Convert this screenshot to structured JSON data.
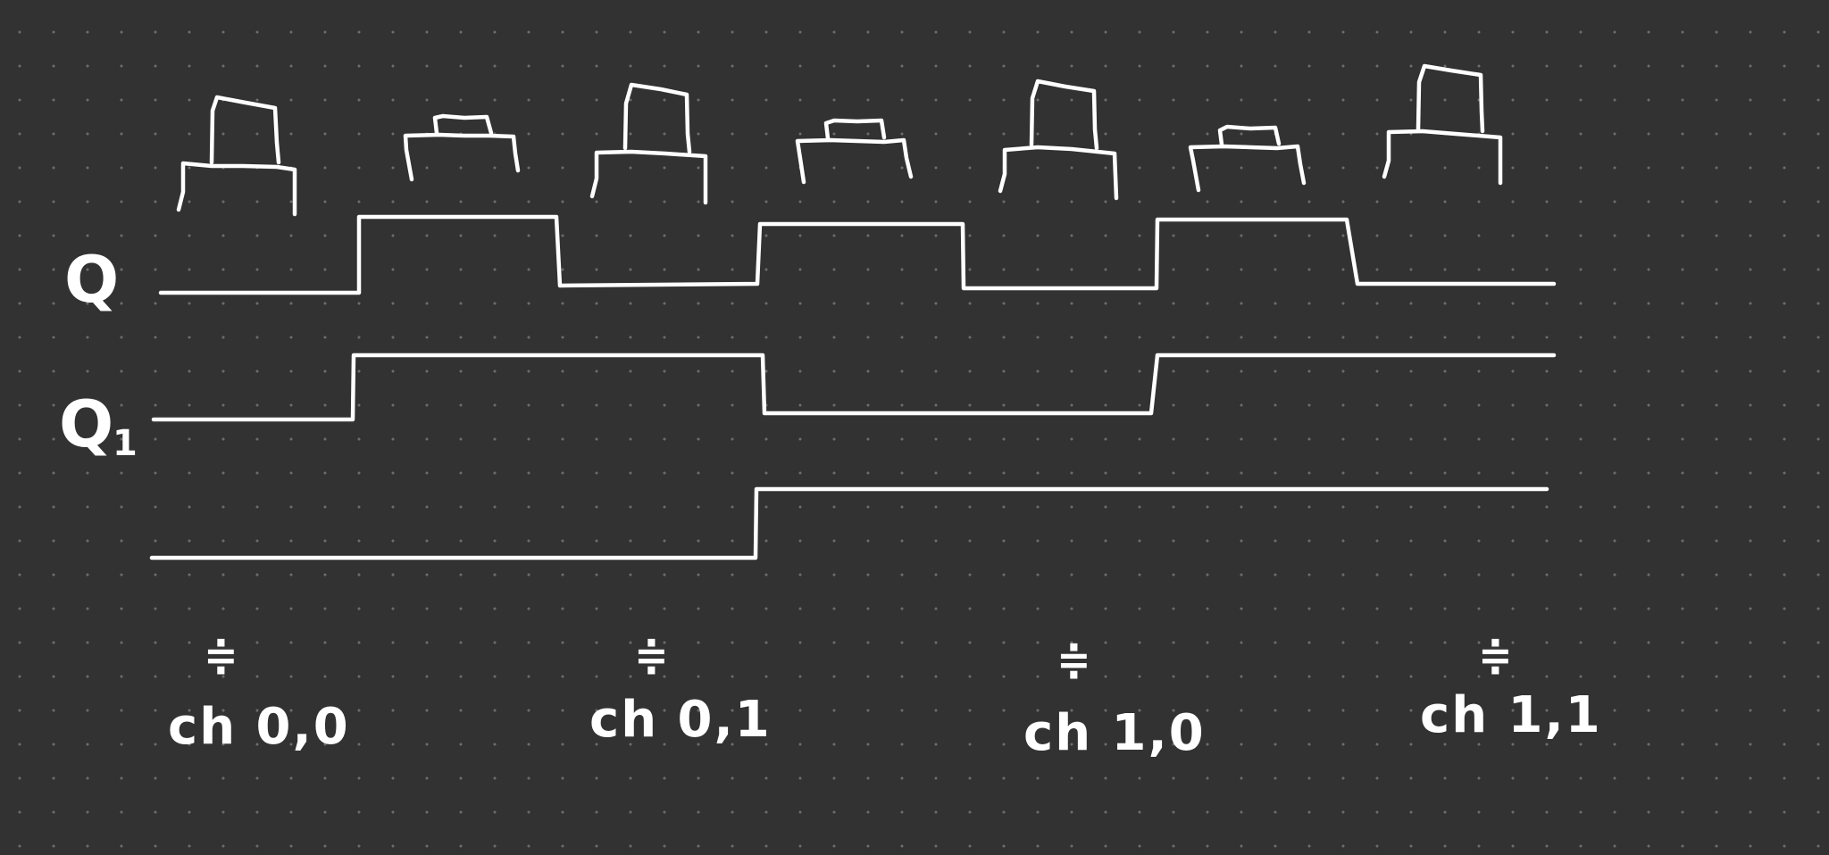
{
  "signals": [
    {
      "label": "Q",
      "subscript": ""
    },
    {
      "label": "Q",
      "subscript": "1"
    },
    {
      "label": "",
      "subscript": ""
    }
  ],
  "states": [
    {
      "label": "ch 0,0"
    },
    {
      "label": "ch 0,1"
    },
    {
      "label": "ch 1,0"
    },
    {
      "label": "ch 1,1"
    }
  ],
  "state_symbols": [
    {
      "text": "≑"
    },
    {
      "text": "≑"
    },
    {
      "text": "≑"
    },
    {
      "text": "≑"
    }
  ],
  "colors": {
    "background": "#323232",
    "grid_dot": "#6c6c6c",
    "ink": "#ffffff"
  }
}
